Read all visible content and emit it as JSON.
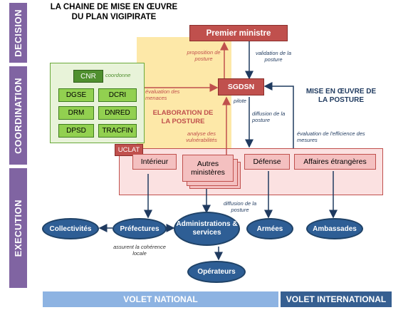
{
  "title": {
    "line1": "LA CHAINE DE MISE EN ŒUVRE",
    "line2": "DU PLAN VIGIPIRATE"
  },
  "side_labels": {
    "decision": "DECISION",
    "coordination": "COORDINATION",
    "execution": "EXECUTION"
  },
  "nodes": {
    "premier_ministre": "Premier ministre",
    "sgdsn": "SGDSN",
    "cnr": "CNR",
    "dgse": "DGSE",
    "dcri": "DCRI",
    "drm": "DRM",
    "dnred": "DNRED",
    "dpsd": "DPSD",
    "tracfin": "TRACFIN",
    "uclat": "UCLAT",
    "interieur": "Intérieur",
    "autres_ministeres": "Autres ministères",
    "defense": "Défense",
    "affaires_etrangeres": "Affaires étrangères",
    "collectivites": "Collectivités",
    "prefectures": "Préfectures",
    "administrations": "Administrations & services",
    "armees": "Armées",
    "ambassades": "Ambassades",
    "operateurs": "Opérateurs"
  },
  "labels": {
    "coordonne": "coordonne",
    "proposition": "proposition de posture",
    "validation": "validation de la posture",
    "evaluation_menaces": "évaluation des menaces",
    "elaboration": "ELABORATION DE LA POSTURE",
    "pilote": "pilote",
    "analyse": "analyse des vulnérabilités",
    "diffusion1": "diffusion de la posture",
    "mise_en_oeuvre": "MISE EN ŒUVRE DE LA POSTURE",
    "evaluation_efficience": "évaluation de l'efficience des mesures",
    "diffusion2": "diffusion de la posture",
    "coherence": "assurent la cohérence locale"
  },
  "bottom": {
    "national": "VOLET NATIONAL",
    "international": "VOLET INTERNATIONAL"
  },
  "colors": {
    "side": "#8064a2",
    "red": "#c0504d",
    "green": "#92d050",
    "navy": "#2e5e95",
    "yellow": "#fde8a8",
    "light_blue": "#8db3e2",
    "dark_blue": "#365f91"
  }
}
